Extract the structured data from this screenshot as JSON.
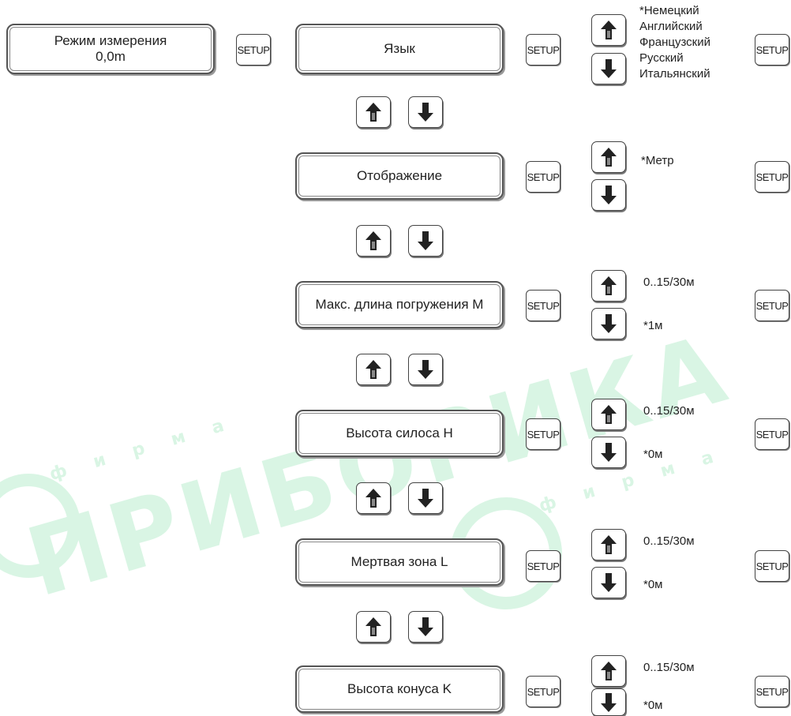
{
  "watermark": {
    "brand": "ПРИБОРИКА",
    "tag": "ф и р м а"
  },
  "buttons": {
    "setup_label": "SETUP"
  },
  "icons": {
    "up": "arrow-up-icon",
    "down": "arrow-down-icon"
  },
  "measure_mode": {
    "title": "Режим измерения",
    "value": "0,0m"
  },
  "menu": [
    {
      "label": "Язык",
      "options": [
        "*Немецкий",
        "Английский",
        "Французский",
        "Русский",
        "Итальянский"
      ]
    },
    {
      "label": "Отображение",
      "options": [
        "*Метр"
      ]
    },
    {
      "label": "Макс. длина погружения M",
      "range": "0..15/30м",
      "default": "*1м"
    },
    {
      "label": "Высота силоса H",
      "range": "0..15/30м",
      "default": "*0м"
    },
    {
      "label": "Мертвая зона L",
      "range": "0..15/30м",
      "default": "*0м"
    },
    {
      "label": "Высота конуса K",
      "range": "0..15/30м",
      "default": "*0м"
    }
  ]
}
